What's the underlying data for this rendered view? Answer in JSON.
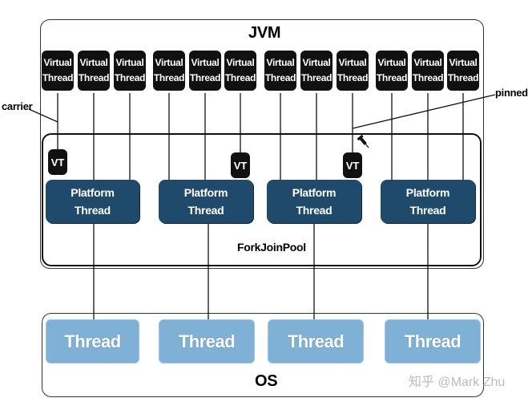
{
  "jvm_label": "JVM",
  "os_label": "OS",
  "pool_label": "ForkJoinPool",
  "annotations": {
    "carrier": "carrier",
    "pinned": "pinned"
  },
  "virtual_threads": [
    "Virtual Thread",
    "Virtual Thread",
    "Virtual Thread",
    "Virtual Thread",
    "Virtual Thread",
    "Virtual Thread",
    "Virtual Thread",
    "Virtual Thread",
    "Virtual Thread",
    "Virtual Thread",
    "Virtual Thread",
    "Virtual Thread"
  ],
  "vt_word1": "Virtual",
  "vt_word2": "Thread",
  "mounted_vt_label": "VT",
  "platform_threads": [
    {
      "line1": "Platform",
      "line2": "Thread"
    },
    {
      "line1": "Platform",
      "line2": "Thread"
    },
    {
      "line1": "Platform",
      "line2": "Thread"
    },
    {
      "line1": "Platform",
      "line2": "Thread"
    }
  ],
  "os_threads": [
    "Thread",
    "Thread",
    "Thread",
    "Thread"
  ],
  "watermark": "知乎 @Mark Zhu",
  "colors": {
    "virtual_thread": "#111111",
    "platform_thread": "#1f4a6b",
    "os_thread": "#7fb0d6"
  }
}
